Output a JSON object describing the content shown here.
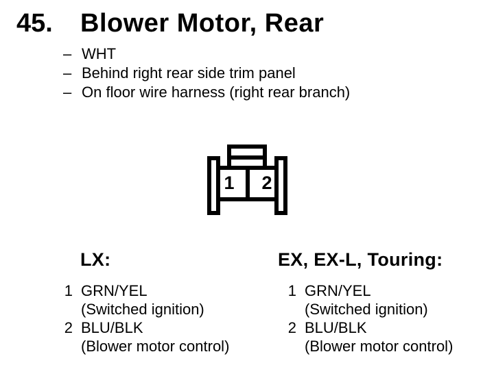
{
  "colors": {
    "paper": "#ffffff",
    "ink": "#000000"
  },
  "header": {
    "item_number": "45.",
    "title": "Blower Motor, Rear"
  },
  "bullet_char": "–",
  "notes": [
    {
      "text": "WHT"
    },
    {
      "text": "Behind right rear side trim panel"
    },
    {
      "text": "On floor wire harness (right rear branch)"
    }
  ],
  "connector": {
    "type": "2-cavity connector, wire side view",
    "cavity_labels": [
      "1",
      "2"
    ]
  },
  "columns": [
    {
      "heading": "LX:",
      "pins": [
        {
          "num": "1",
          "wire": "GRN/YEL",
          "desc": "(Switched ignition)"
        },
        {
          "num": "2",
          "wire": "BLU/BLK",
          "desc": "(Blower motor control)"
        }
      ]
    },
    {
      "heading": "EX, EX-L, Touring:",
      "pins": [
        {
          "num": "1",
          "wire": "GRN/YEL",
          "desc": "(Switched ignition)"
        },
        {
          "num": "2",
          "wire": "BLU/BLK",
          "desc": "(Blower motor control)"
        }
      ]
    }
  ]
}
